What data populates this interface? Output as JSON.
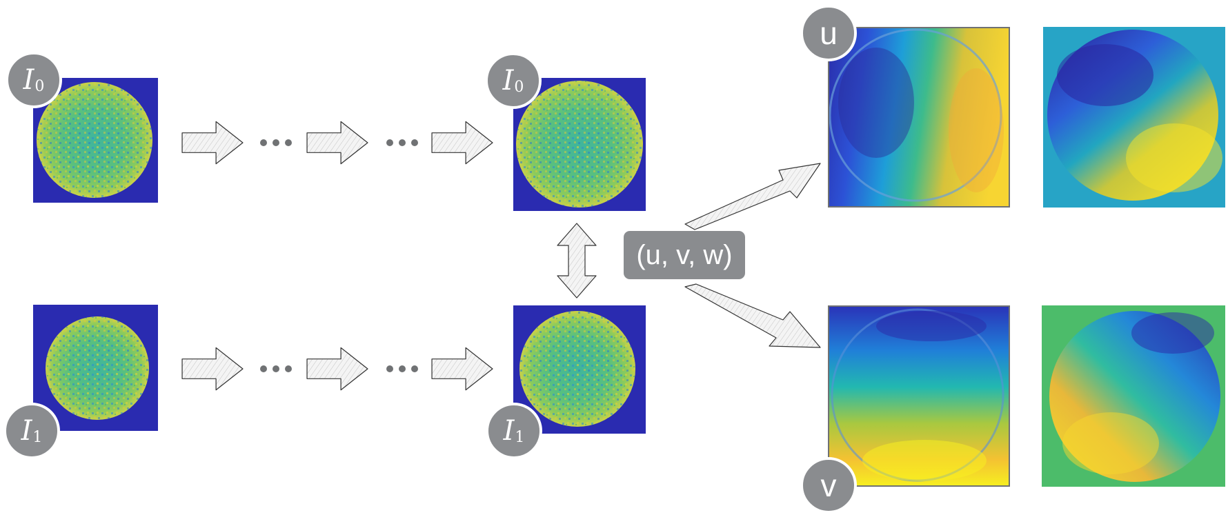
{
  "labels": {
    "i0_top_left": {
      "letter": "I",
      "sub": "0"
    },
    "i1_bottom_left": {
      "letter": "I",
      "sub": "1"
    },
    "i0_mid": {
      "letter": "I",
      "sub": "0"
    },
    "i1_mid": {
      "letter": "I",
      "sub": "1"
    },
    "u": "u",
    "v": "v",
    "uvw": "(u, v, w)"
  },
  "colors": {
    "badge": "#8a8c8f",
    "image_background": "#2a2bb0",
    "ellipsis_dots": "#707274",
    "arrow_fill": "#f2f2f2",
    "arrow_stroke": "#333333"
  },
  "icons": [
    "hatched-arrow-right",
    "double-arrow-vertical",
    "ellipsis-dots"
  ]
}
